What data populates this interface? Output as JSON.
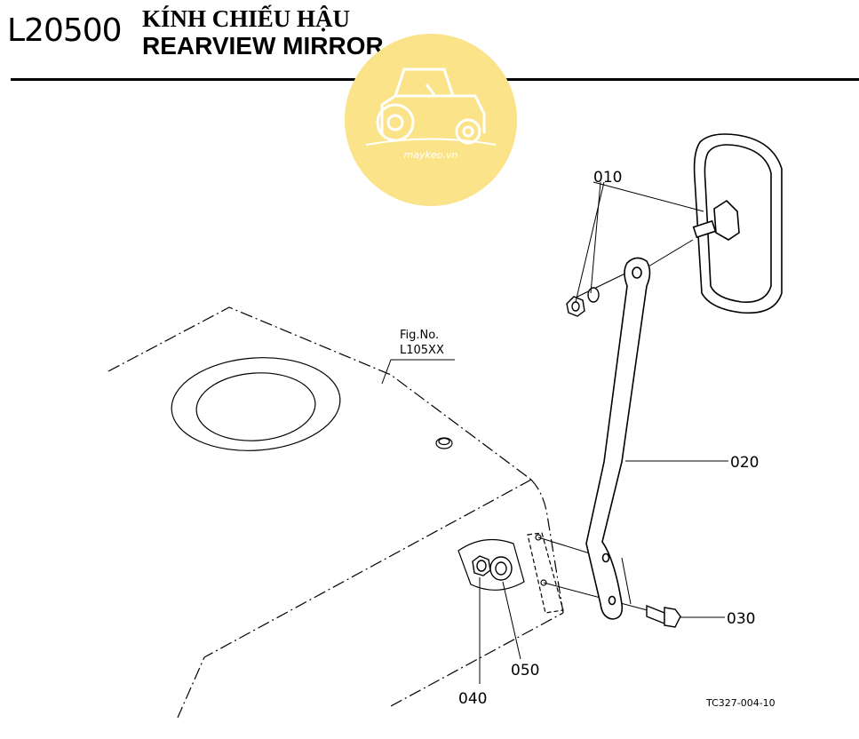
{
  "header": {
    "code": "L20500",
    "title_vi": "KÍNH CHIẾU HẬU",
    "title_en": "REARVIEW MIRROR"
  },
  "watermark": {
    "text": "maykeo.vn",
    "color": "#f9de7a"
  },
  "diagram": {
    "ref_fig_line1": "Fig.No.",
    "ref_fig_line2": "L105XX",
    "part_010": "010",
    "part_020": "020",
    "part_030": "030",
    "part_040": "040",
    "part_050": "050",
    "drawing_code": "TC327-004-10"
  }
}
